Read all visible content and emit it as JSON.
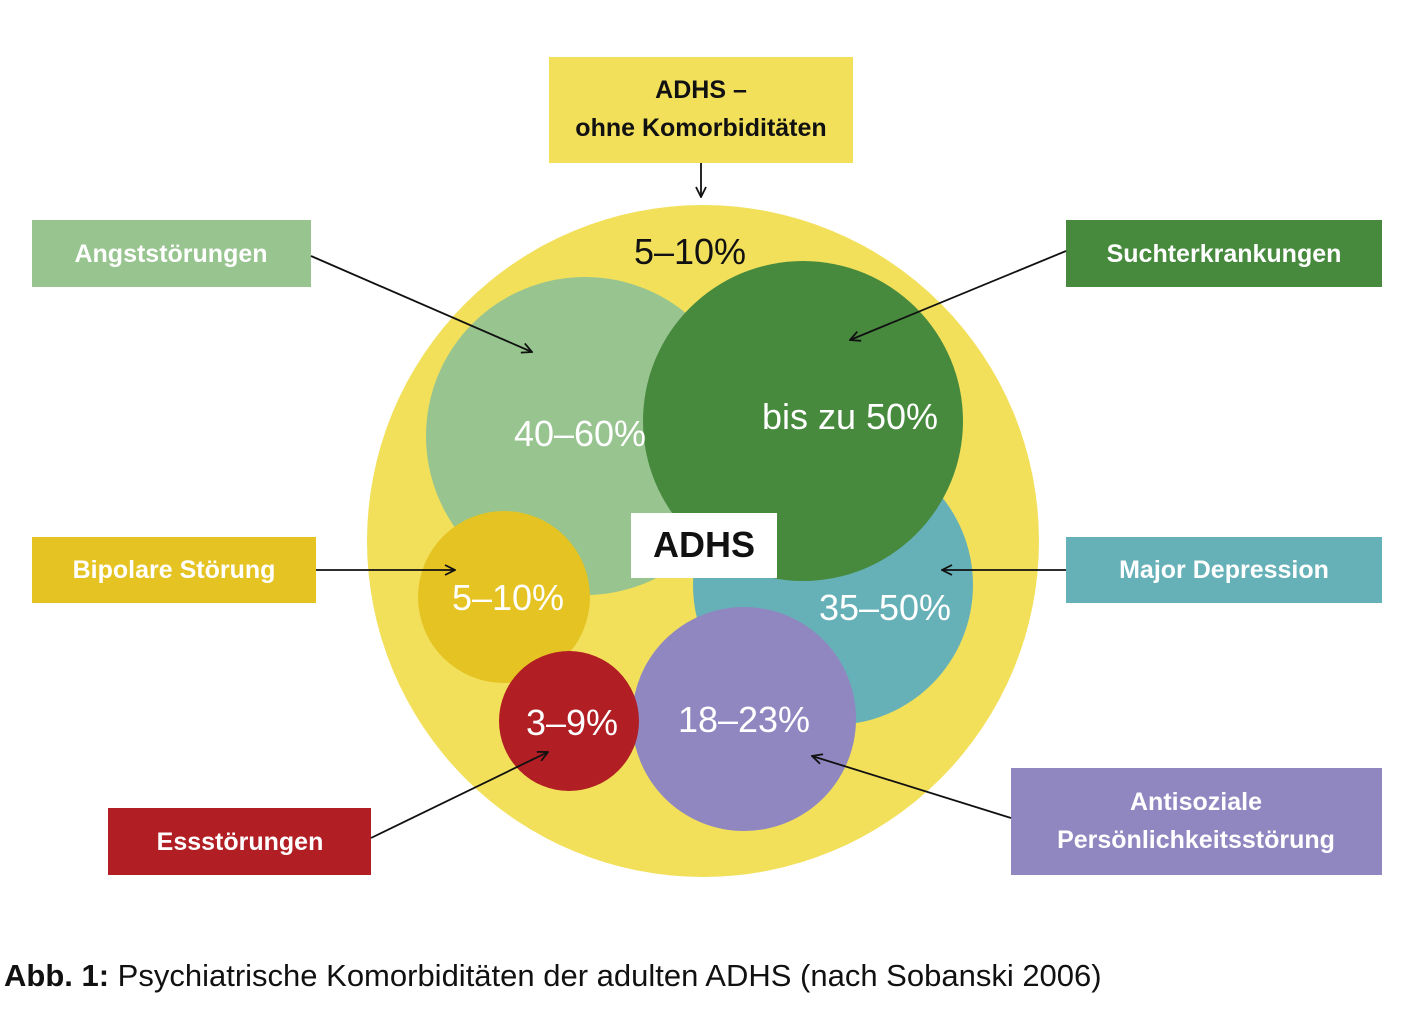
{
  "colors": {
    "yellow_bg": "#f2e05b",
    "light_green": "#97c48f",
    "dark_green": "#478a3e",
    "teal": "#66b1b7",
    "gold": "#e5c322",
    "purple": "#9087c0",
    "red": "#b11e24",
    "text_dark": "#111111",
    "text_light": "#ffffff"
  },
  "main": {
    "center_label": "ADHS",
    "outer_percent": "5–10%"
  },
  "top_box": {
    "line1": "ADHS –",
    "line2": "ohne Komorbiditäten"
  },
  "comorbidities": {
    "anxiety": {
      "label": "Angststörungen",
      "percent": "40–60%"
    },
    "addiction": {
      "label": "Suchterkrankungen",
      "percent": "bis zu 50%"
    },
    "depression": {
      "label": "Major Depression",
      "percent": "35–50%"
    },
    "bipolar": {
      "label": "Bipolare Störung",
      "percent": "5–10%"
    },
    "eating": {
      "label": "Essstörungen",
      "percent": "3–9%"
    },
    "antisocial": {
      "label_line1": "Antisoziale",
      "label_line2": "Persönlichkeitsstörung",
      "percent": "18–23%"
    }
  },
  "caption": {
    "prefix": "Abb. 1:",
    "text": " Psychiatrische Komorbiditäten der adulten ADHS (nach Sobanski 2006)"
  }
}
